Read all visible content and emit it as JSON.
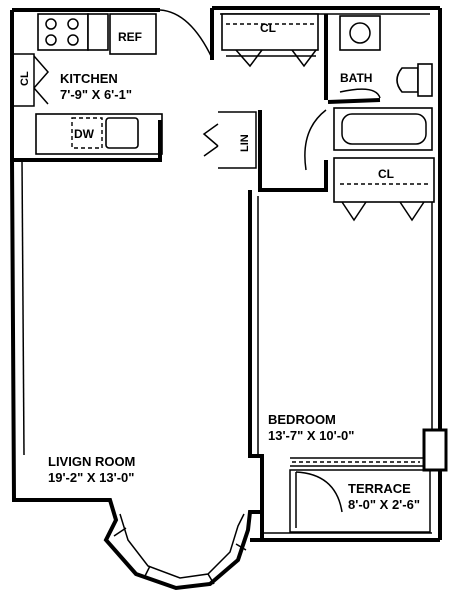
{
  "rooms": {
    "kitchen": {
      "name": "KITCHEN",
      "dims": "7'-9\" X 6'-1\""
    },
    "bath": {
      "name": "BATH"
    },
    "bedroom": {
      "name": "BEDROOM",
      "dims": "13'-7\" X 10'-0\""
    },
    "living": {
      "name": "LIVIGN ROOM",
      "dims": "19'-2\" X 13'-0\""
    },
    "terrace": {
      "name": "TERRACE",
      "dims": "8'-0\" X 2'-6\""
    }
  },
  "fixtures": {
    "ref": "REF",
    "dw": "DW",
    "cl_kitchen": "CL",
    "cl_top": "CL",
    "cl_bed": "CL",
    "lin": "LIN"
  }
}
